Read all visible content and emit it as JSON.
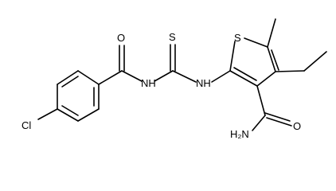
{
  "molecule": {
    "atom_labels": {
      "cl": "Cl",
      "o_amide_left": "O",
      "nh_left": "NH",
      "s_thio": "S",
      "nh_right": "NH",
      "s_ring": "S",
      "o_amide_right": "O",
      "nh2": "H₂N"
    }
  }
}
